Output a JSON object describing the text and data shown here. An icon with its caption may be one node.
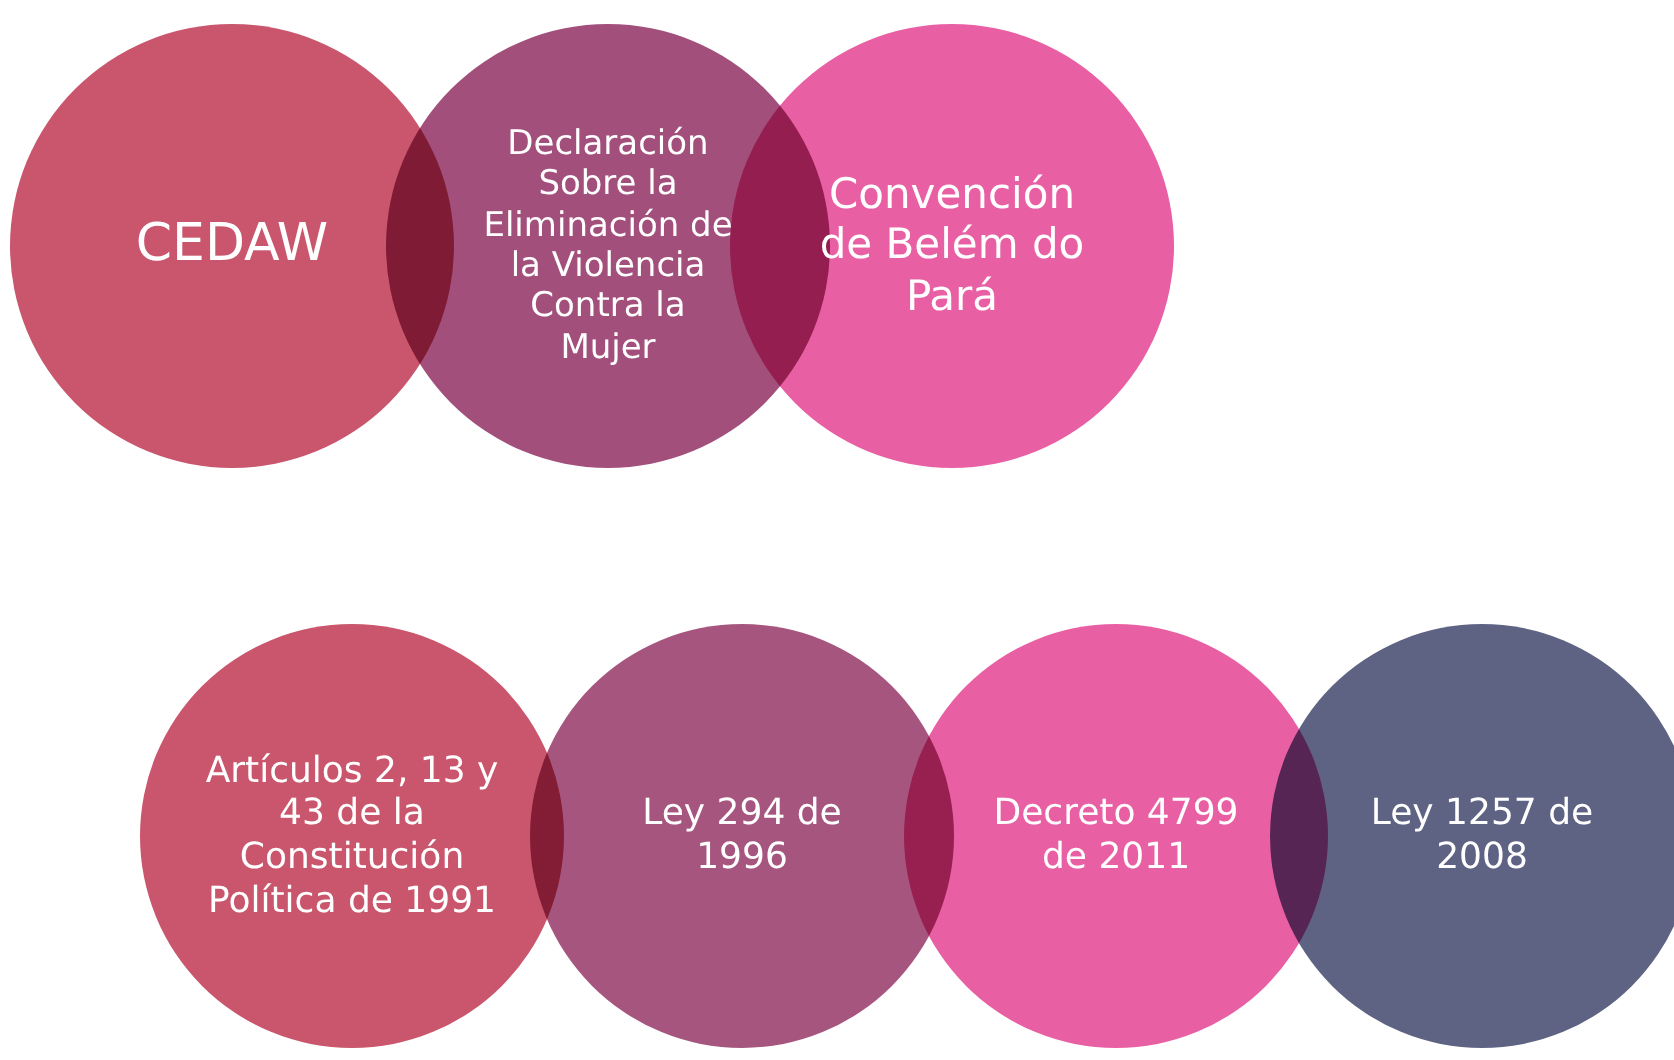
{
  "diagram": {
    "nodes": [
      {
        "text": [
          "CEDAW"
        ]
      },
      {
        "text": [
          "Declaración Sobre la Eliminación de la Violencia Contra la Mujer"
        ]
      },
      {
        "text": [
          "Convención de Belém do Pará"
        ]
      },
      {
        "text": [
          "Artículos 2, 13 y 43 de la Constitución Política de 1991"
        ]
      },
      {
        "text": [
          "Ley 294 de 1996"
        ]
      },
      {
        "text": [
          "Decreto 4799 de 2011"
        ]
      },
      {
        "text": [
          "Ley 1257 de 2008"
        ]
      }
    ]
  }
}
